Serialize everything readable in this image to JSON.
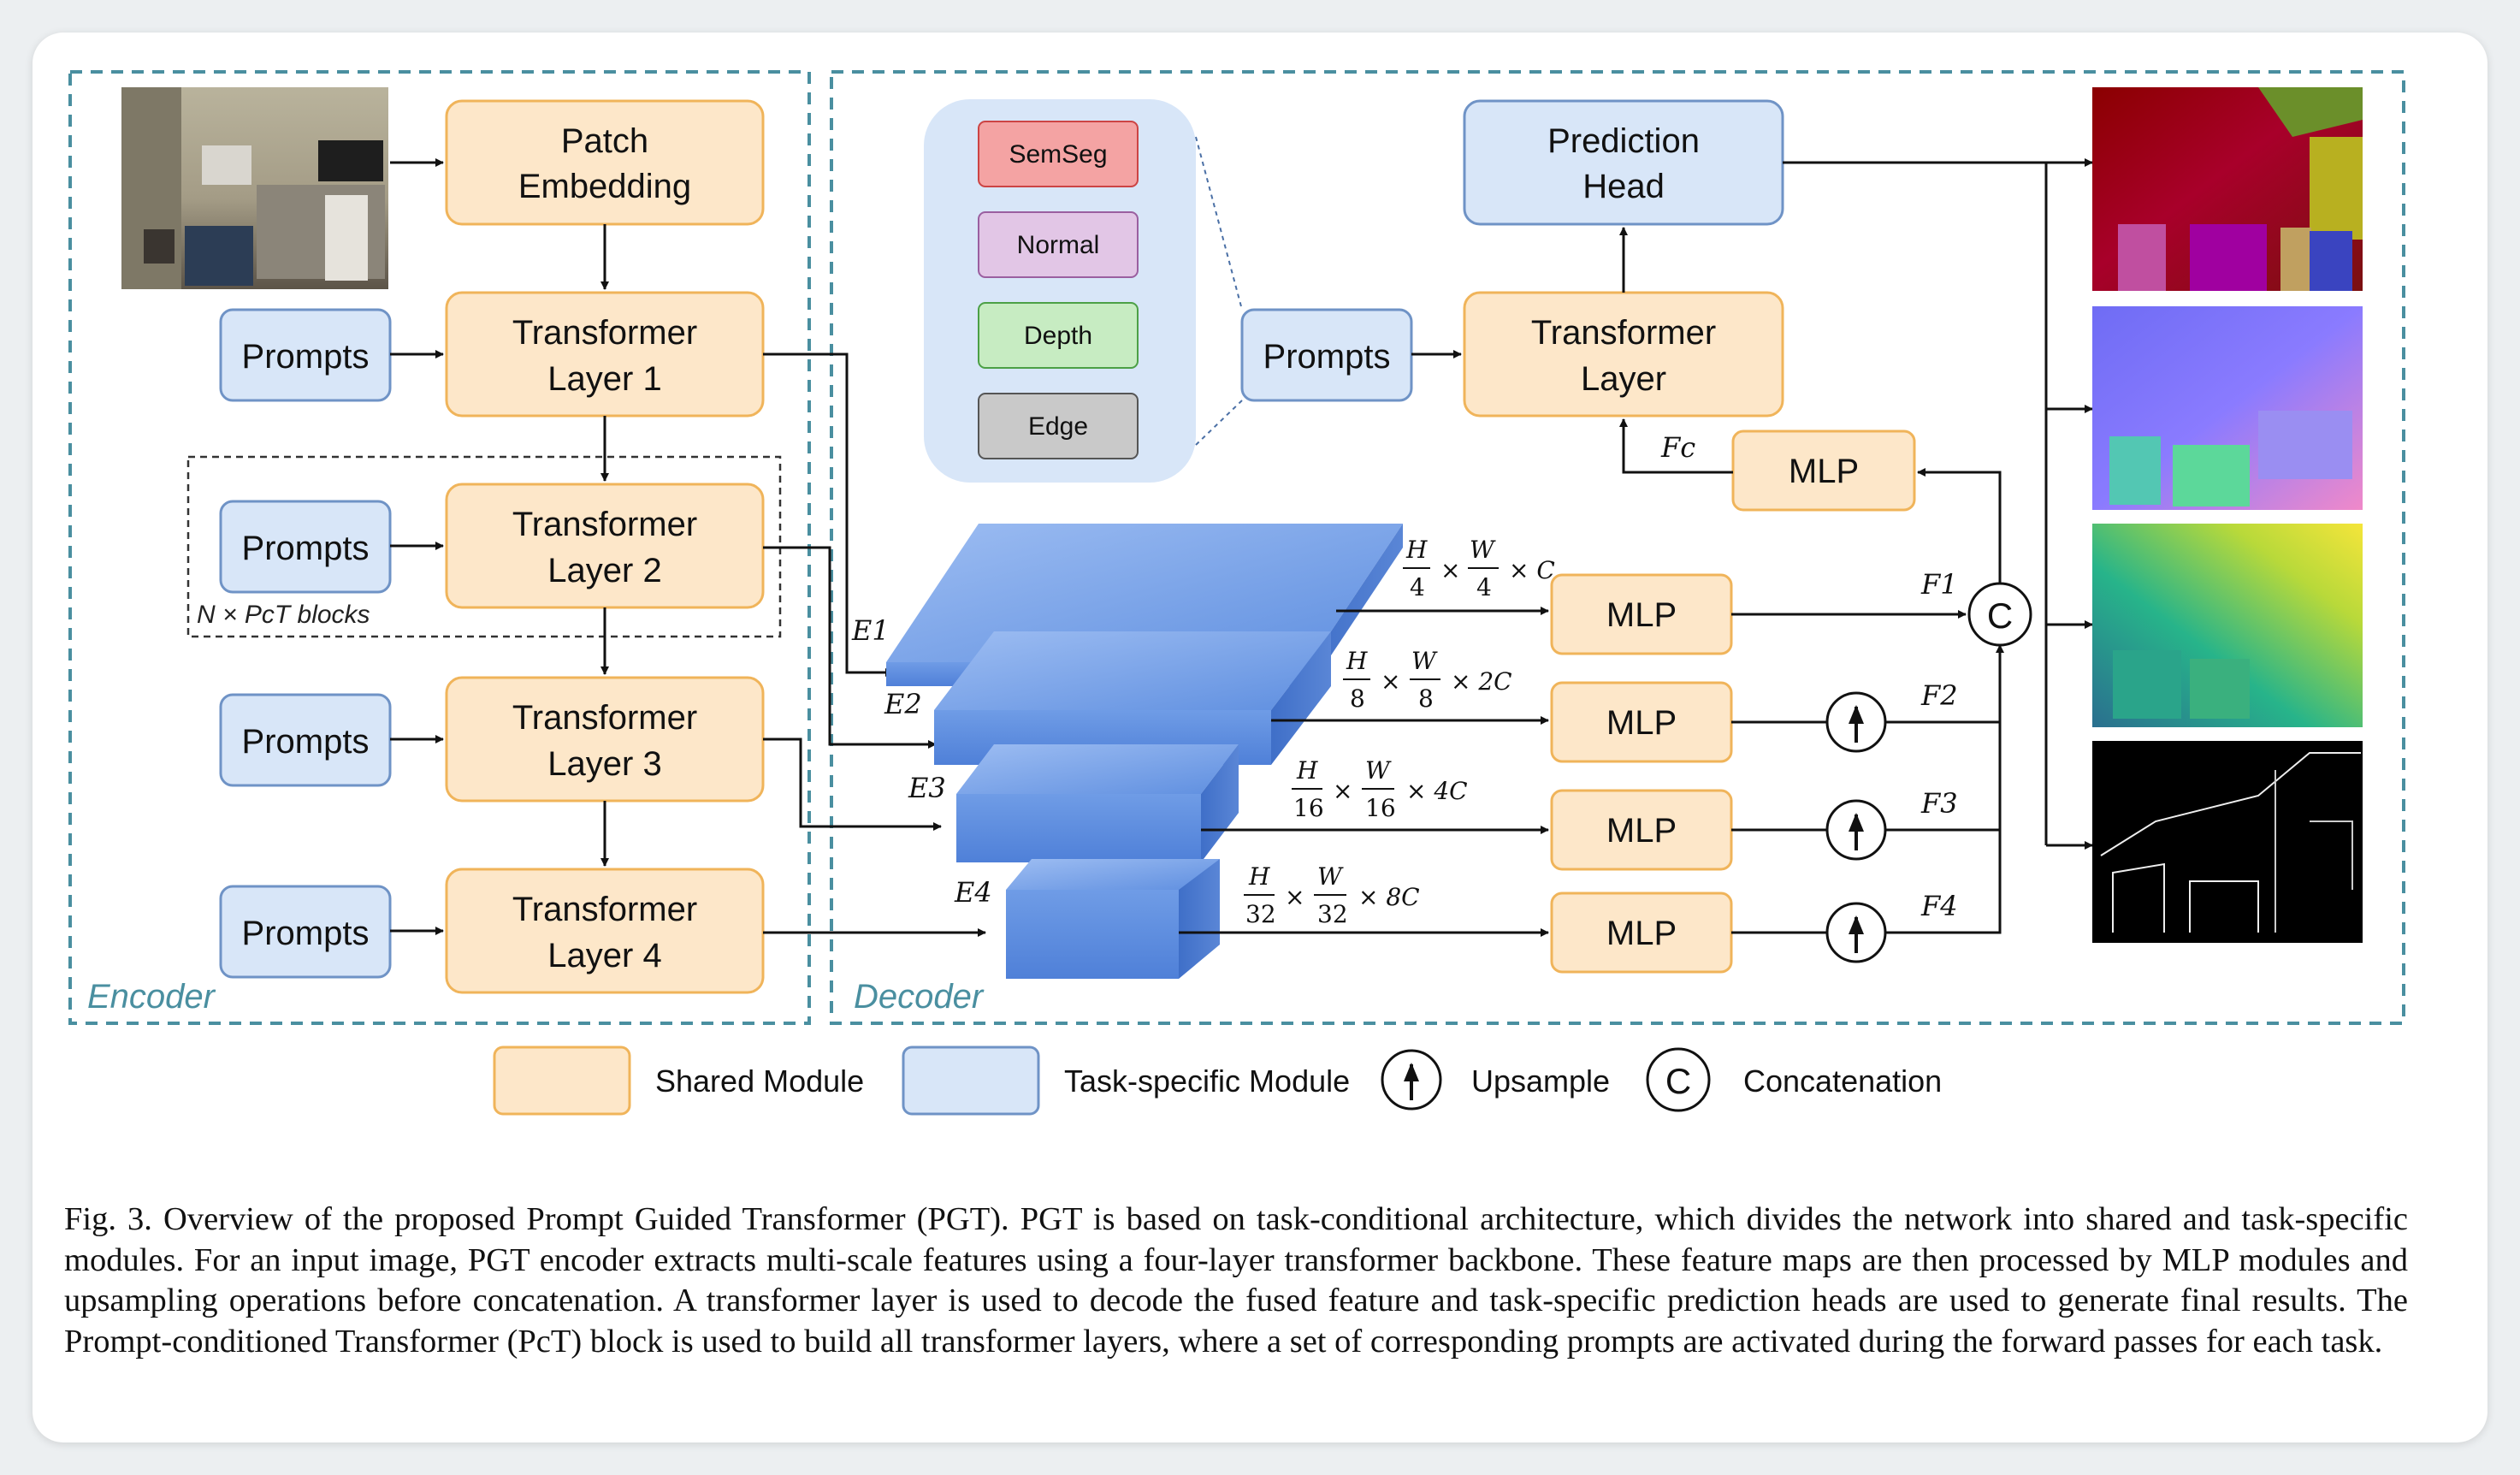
{
  "encoder": {
    "label": "Encoder",
    "patch_embedding": [
      "Patch",
      "Embedding"
    ],
    "layers": [
      [
        "Transformer",
        "Layer 1"
      ],
      [
        "Transformer",
        "Layer 2"
      ],
      [
        "Transformer",
        "Layer 3"
      ],
      [
        "Transformer",
        "Layer 4"
      ]
    ],
    "prompts_label": "Prompts",
    "pct_blocks_label": "N × PcT blocks"
  },
  "decoder": {
    "label": "Decoder",
    "tasks": [
      "SemSeg",
      "Normal",
      "Depth",
      "Edge"
    ],
    "prompts_label": "Prompts",
    "transformer_layer": [
      "Transformer",
      "Layer"
    ],
    "prediction_head": [
      "Prediction",
      "Head"
    ],
    "mlp_label": "MLP",
    "fc_label": "Fc",
    "features": [
      "E1",
      "E2",
      "E3",
      "E4"
    ],
    "fused": [
      "F1",
      "F2",
      "F3",
      "F4"
    ],
    "scales": [
      {
        "h": "H",
        "hd": "4",
        "w": "W",
        "wd": "4",
        "c": "× C"
      },
      {
        "h": "H",
        "hd": "8",
        "w": "W",
        "wd": "8",
        "c": "× 2C"
      },
      {
        "h": "H",
        "hd": "16",
        "w": "W",
        "wd": "16",
        "c": "× 4C"
      },
      {
        "h": "H",
        "hd": "32",
        "w": "W",
        "wd": "32",
        "c": "× 8C"
      }
    ],
    "concat_symbol": "C"
  },
  "legend": {
    "shared": "Shared Module",
    "task_specific": "Task-specific Module",
    "upsample": "Upsample",
    "concatenation": "Concatenation",
    "concat_symbol": "C"
  },
  "colors": {
    "shared_fill": "#fde7c9",
    "shared_stroke": "#f0b45a",
    "task_fill": "#d8e6f8",
    "task_stroke": "#6f93c6",
    "dashed_frame": "#4a8fa0",
    "semseg": "#f4a3a3",
    "normal": "#e2c6e6",
    "depth": "#c7ecc2",
    "edge": "#c9c9c9"
  },
  "caption": "Fig. 3.  Overview of the proposed Prompt Guided Transformer (PGT). PGT is based on task-conditional architecture, which divides the network into shared and task-specific modules. For an input image, PGT encoder extracts multi-scale features using a four-layer transformer backbone. These feature maps are then processed by MLP modules and upsampling operations before concatenation. A transformer layer is used to decode the fused feature and task-specific prediction heads are used to generate final results. The Prompt-conditioned Transformer (PcT) block is used to build all transformer layers, where a set of corresponding prompts are activated during the forward passes for each task."
}
